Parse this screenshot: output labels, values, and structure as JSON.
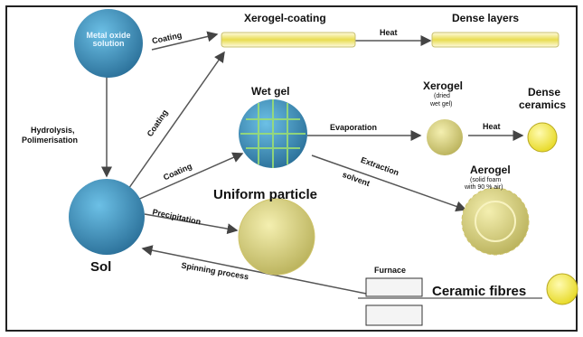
{
  "nodes": {
    "metal_oxide": "Metal oxide solution",
    "sol": "Sol",
    "xerogel_coating": "Xerogel-coating",
    "dense_layers": "Dense layers",
    "wet_gel": "Wet gel",
    "xerogel": "Xerogel",
    "xerogel_note_1": "(dried",
    "xerogel_note_2": "wet gel)",
    "dense_ceramics_1": "Dense",
    "dense_ceramics_2": "ceramics",
    "aerogel": "Aerogel",
    "aerogel_note_1": "(solid foam",
    "aerogel_note_2": "with 90 % air)",
    "uniform_particle": "Uniform particle",
    "furnace": "Furnace",
    "ceramic_fibres": "Ceramic fibres"
  },
  "edges": {
    "coating_top": "Coating",
    "heat_top": "Heat",
    "hydrolysis_1": "Hydrolysis,",
    "hydrolysis_2": "Polimerisation",
    "coating_diag": "Coating",
    "coating_wetgel": "Coating",
    "evaporation": "Evaporation",
    "heat_right": "Heat",
    "extraction_1": "Extraction",
    "extraction_2": "solvent",
    "precipitation": "Precipitation",
    "spinning": "Spinning process"
  },
  "colors": {
    "blue_disc": "#3f8fb8",
    "yellow": "#e8e08a",
    "bright_yellow": "#f5ec4a",
    "green_grid": "#7fbf6a",
    "text": "#111111"
  }
}
